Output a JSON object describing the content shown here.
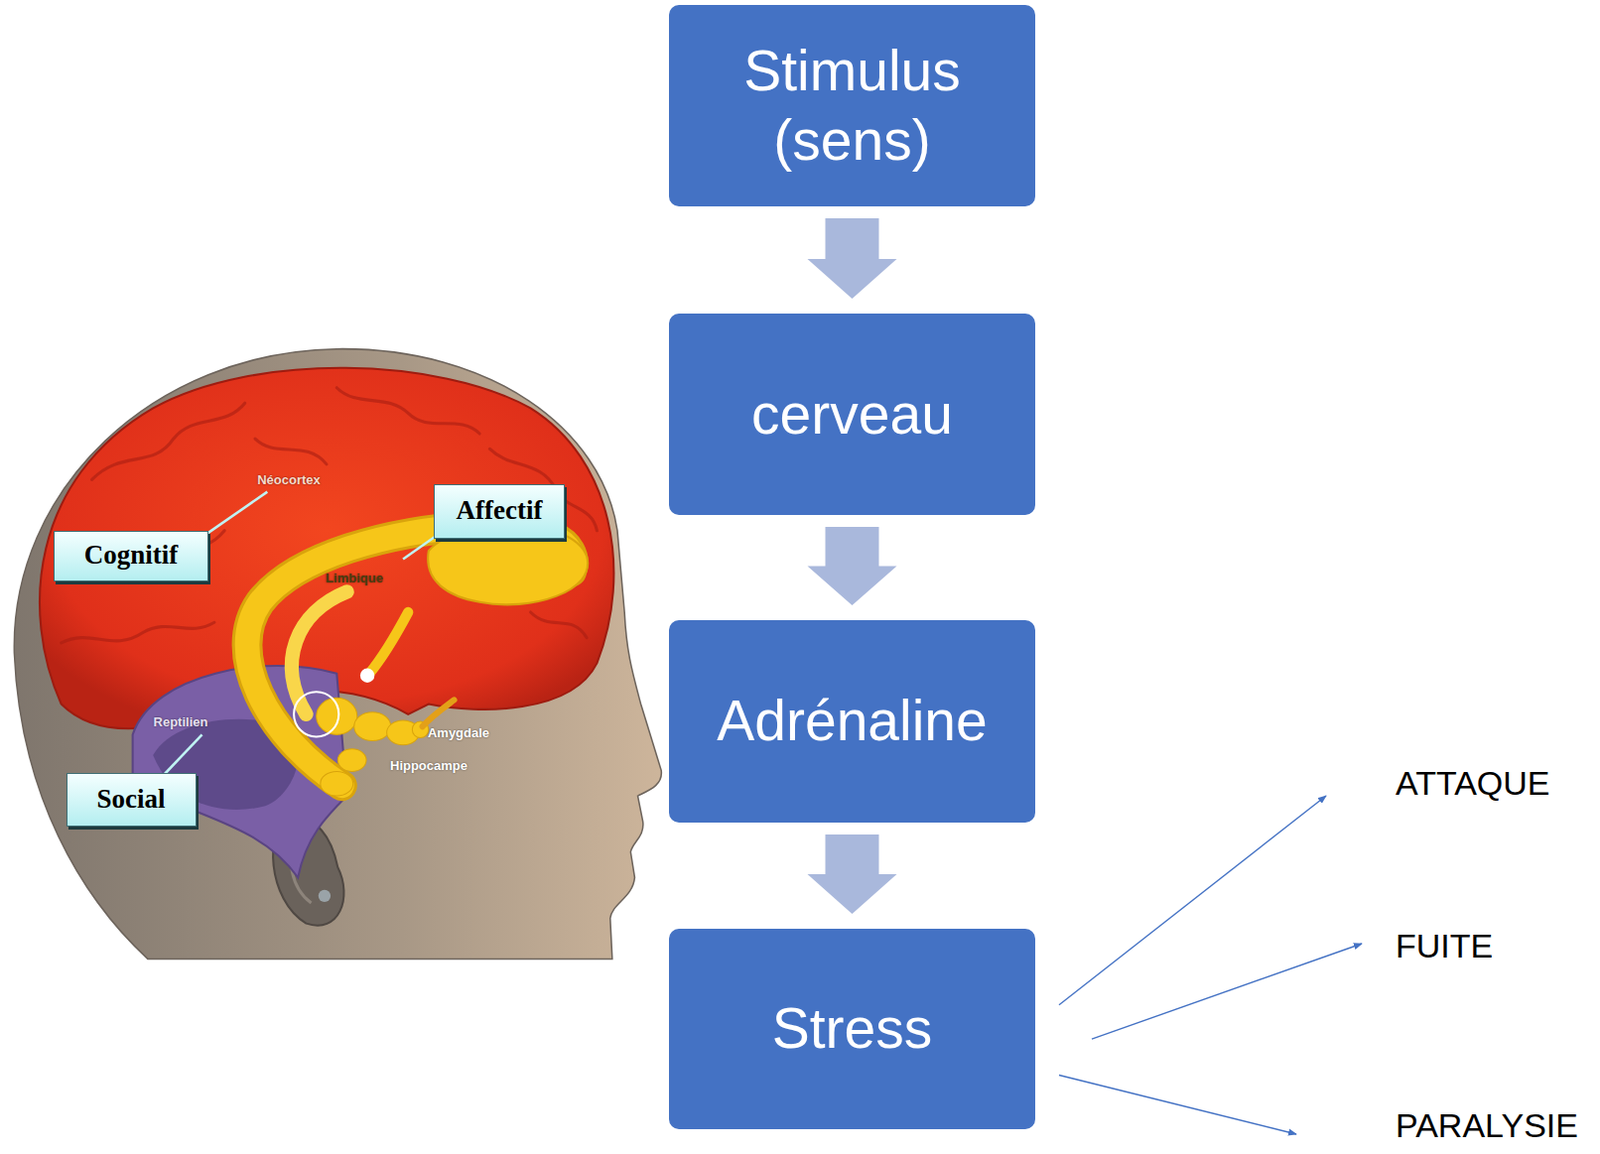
{
  "diagram": {
    "nodes": [
      {
        "text": [
          "Stimulus (sens)"
        ]
      },
      {
        "text": [
          "cerveau"
        ]
      },
      {
        "text": [
          "Adrénaline"
        ]
      },
      {
        "text": [
          "Stress"
        ]
      },
      {
        "text": [
          "ATTAQUE"
        ]
      },
      {
        "text": [
          "FUITE"
        ]
      },
      {
        "text": [
          "PARALYSIE"
        ]
      },
      {
        "text": [
          "Cognitif"
        ]
      },
      {
        "text": [
          "Affectif"
        ]
      },
      {
        "text": [
          "Social"
        ]
      }
    ],
    "edges": [
      {
        "from": 0,
        "to": 1,
        "arrow": "to"
      },
      {
        "from": 1,
        "to": 2,
        "arrow": "to"
      },
      {
        "from": 2,
        "to": 3,
        "arrow": "to"
      },
      {
        "from": 3,
        "to": 4,
        "arrow": "to"
      },
      {
        "from": 3,
        "to": 5,
        "arrow": "to"
      },
      {
        "from": 3,
        "to": 6,
        "arrow": "to"
      }
    ],
    "labels": [
      "Néocortex",
      "Limbique",
      "Reptilien",
      "Amygdale",
      "Hippocampe"
    ]
  }
}
